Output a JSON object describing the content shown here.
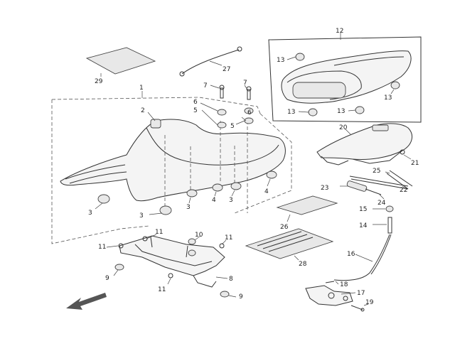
{
  "callouts": {
    "c1": "1",
    "c2": "2",
    "c3a": "3",
    "c3b": "3",
    "c3c": "3",
    "c3d": "3",
    "c4a": "4",
    "c4b": "4",
    "c5a": "5",
    "c5b": "5",
    "c6a": "6",
    "c6b": "6",
    "c7a": "7",
    "c7b": "7",
    "c8": "8",
    "c9a": "9",
    "c9b": "9",
    "c10": "10",
    "c11a": "11",
    "c11b": "11",
    "c11c": "11",
    "c11d": "11",
    "c12": "12",
    "c13a": "13",
    "c13b": "13",
    "c13c": "13",
    "c13d": "13",
    "c14": "14",
    "c15": "15",
    "c16": "16",
    "c17": "17",
    "c18": "18",
    "c19": "19",
    "c20": "20",
    "c21": "21",
    "c22": "22",
    "c23": "23",
    "c24": "24",
    "c25": "25",
    "c26": "26",
    "c27": "27",
    "c28": "28",
    "c29": "29"
  },
  "colors": {
    "line": "#333333",
    "background": "#ffffff",
    "arrow": "#555555"
  },
  "icons": {
    "front_arrow": "front-direction-arrow"
  }
}
